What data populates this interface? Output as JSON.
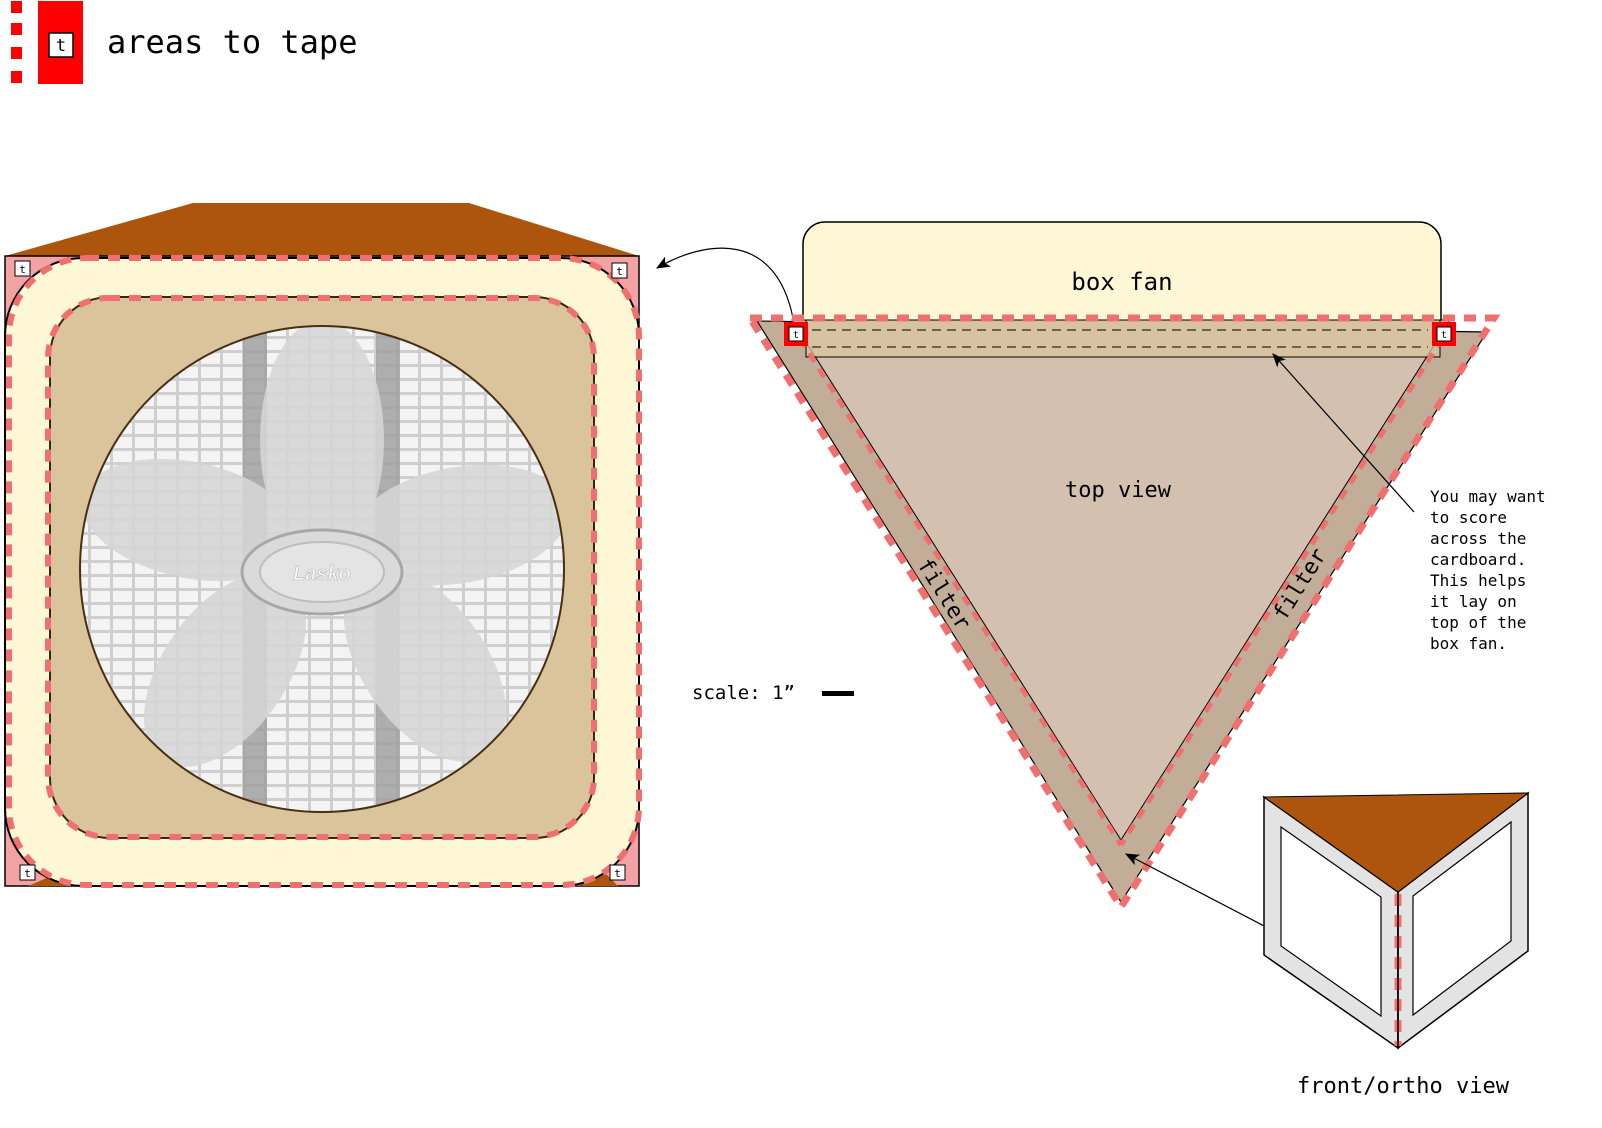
{
  "legend": {
    "tape_mark": "t",
    "label": "areas to tape"
  },
  "front_panel": {
    "tape_marks": [
      "t",
      "t",
      "t",
      "t"
    ],
    "fan_brand": "Lasko"
  },
  "top_view": {
    "box_fan_label": "box fan",
    "center_label": "top view",
    "left_filter_label": "filter",
    "right_filter_label": "filter",
    "tape_marks": [
      "t",
      "t"
    ]
  },
  "note": {
    "lines": [
      "You may want",
      "to score",
      "across the",
      "cardboard.",
      "This helps",
      "it lay on",
      "top of the",
      "box fan."
    ]
  },
  "scale": {
    "label": "scale: 1”"
  },
  "ortho": {
    "label": "front/ortho view"
  },
  "colors": {
    "tape_red": "#ff0000",
    "tape_dash": "#f07070",
    "cardboard_top": "#ad550c",
    "fan_body": "#fdf7d6",
    "fan_inner": "#d9c49c",
    "triangle_fill": "#d3c0ae",
    "filter_fill": "#c2ad98",
    "ortho_frame": "#e3e3e3"
  }
}
